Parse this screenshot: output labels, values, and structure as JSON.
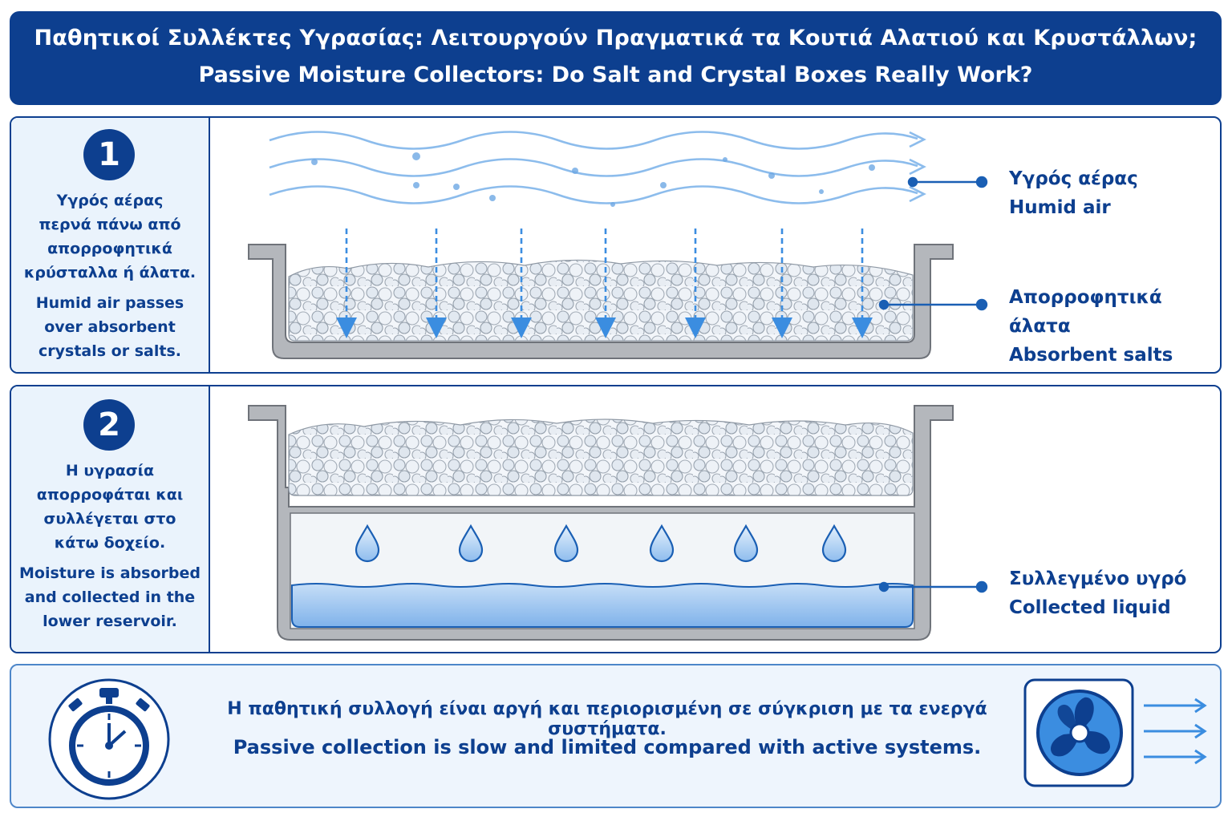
{
  "title": {
    "greek": "Παθητικοί Συλλέκτες Υγρασίας: Λειτουργούν Πραγματικά τα Κουτιά Αλατιού και Κρυστάλλων;",
    "english": "Passive Moisture Collectors: Do Salt and Crystal Boxes Really Work?"
  },
  "step1": {
    "number": "1",
    "greek_lines": [
      "Υγρός αέρας",
      "περνά πάνω από",
      "απορροφητικά",
      "κρύσταλλα ή άλατα."
    ],
    "english_lines": [
      "Humid air passes",
      "over absorbent",
      "crystals or salts."
    ],
    "callouts": [
      {
        "greek": "Υγρός αέρας",
        "english": "Humid air"
      },
      {
        "greek": "Απορροφητικά άλατα",
        "english": "Absorbent salts"
      }
    ]
  },
  "step2": {
    "number": "2",
    "greek_lines": [
      "Η υγρασία",
      "απορροφάται και",
      "συλλέγεται στο",
      "κάτω δοχείο."
    ],
    "english_lines": [
      "Moisture is absorbed",
      "and collected in the",
      "lower reservoir."
    ],
    "callouts": [
      {
        "greek": "Συλλεγμένο υγρό",
        "english": "Collected liquid"
      }
    ]
  },
  "footer": {
    "greek": "Η παθητική συλλογή είναι αργή και περιορισμένη σε σύγκριση με τα ενεργά συστήματα.",
    "english": "Passive collection is slow and limited compared with active systems.",
    "left_icon": "stopwatch-icon",
    "right_icon": "fan-icon"
  },
  "colors": {
    "navy": "#0d3f8f",
    "accent_blue": "#3b8de0",
    "liquid": "#a9cdf3",
    "tray_gray": "#8a8d92"
  }
}
